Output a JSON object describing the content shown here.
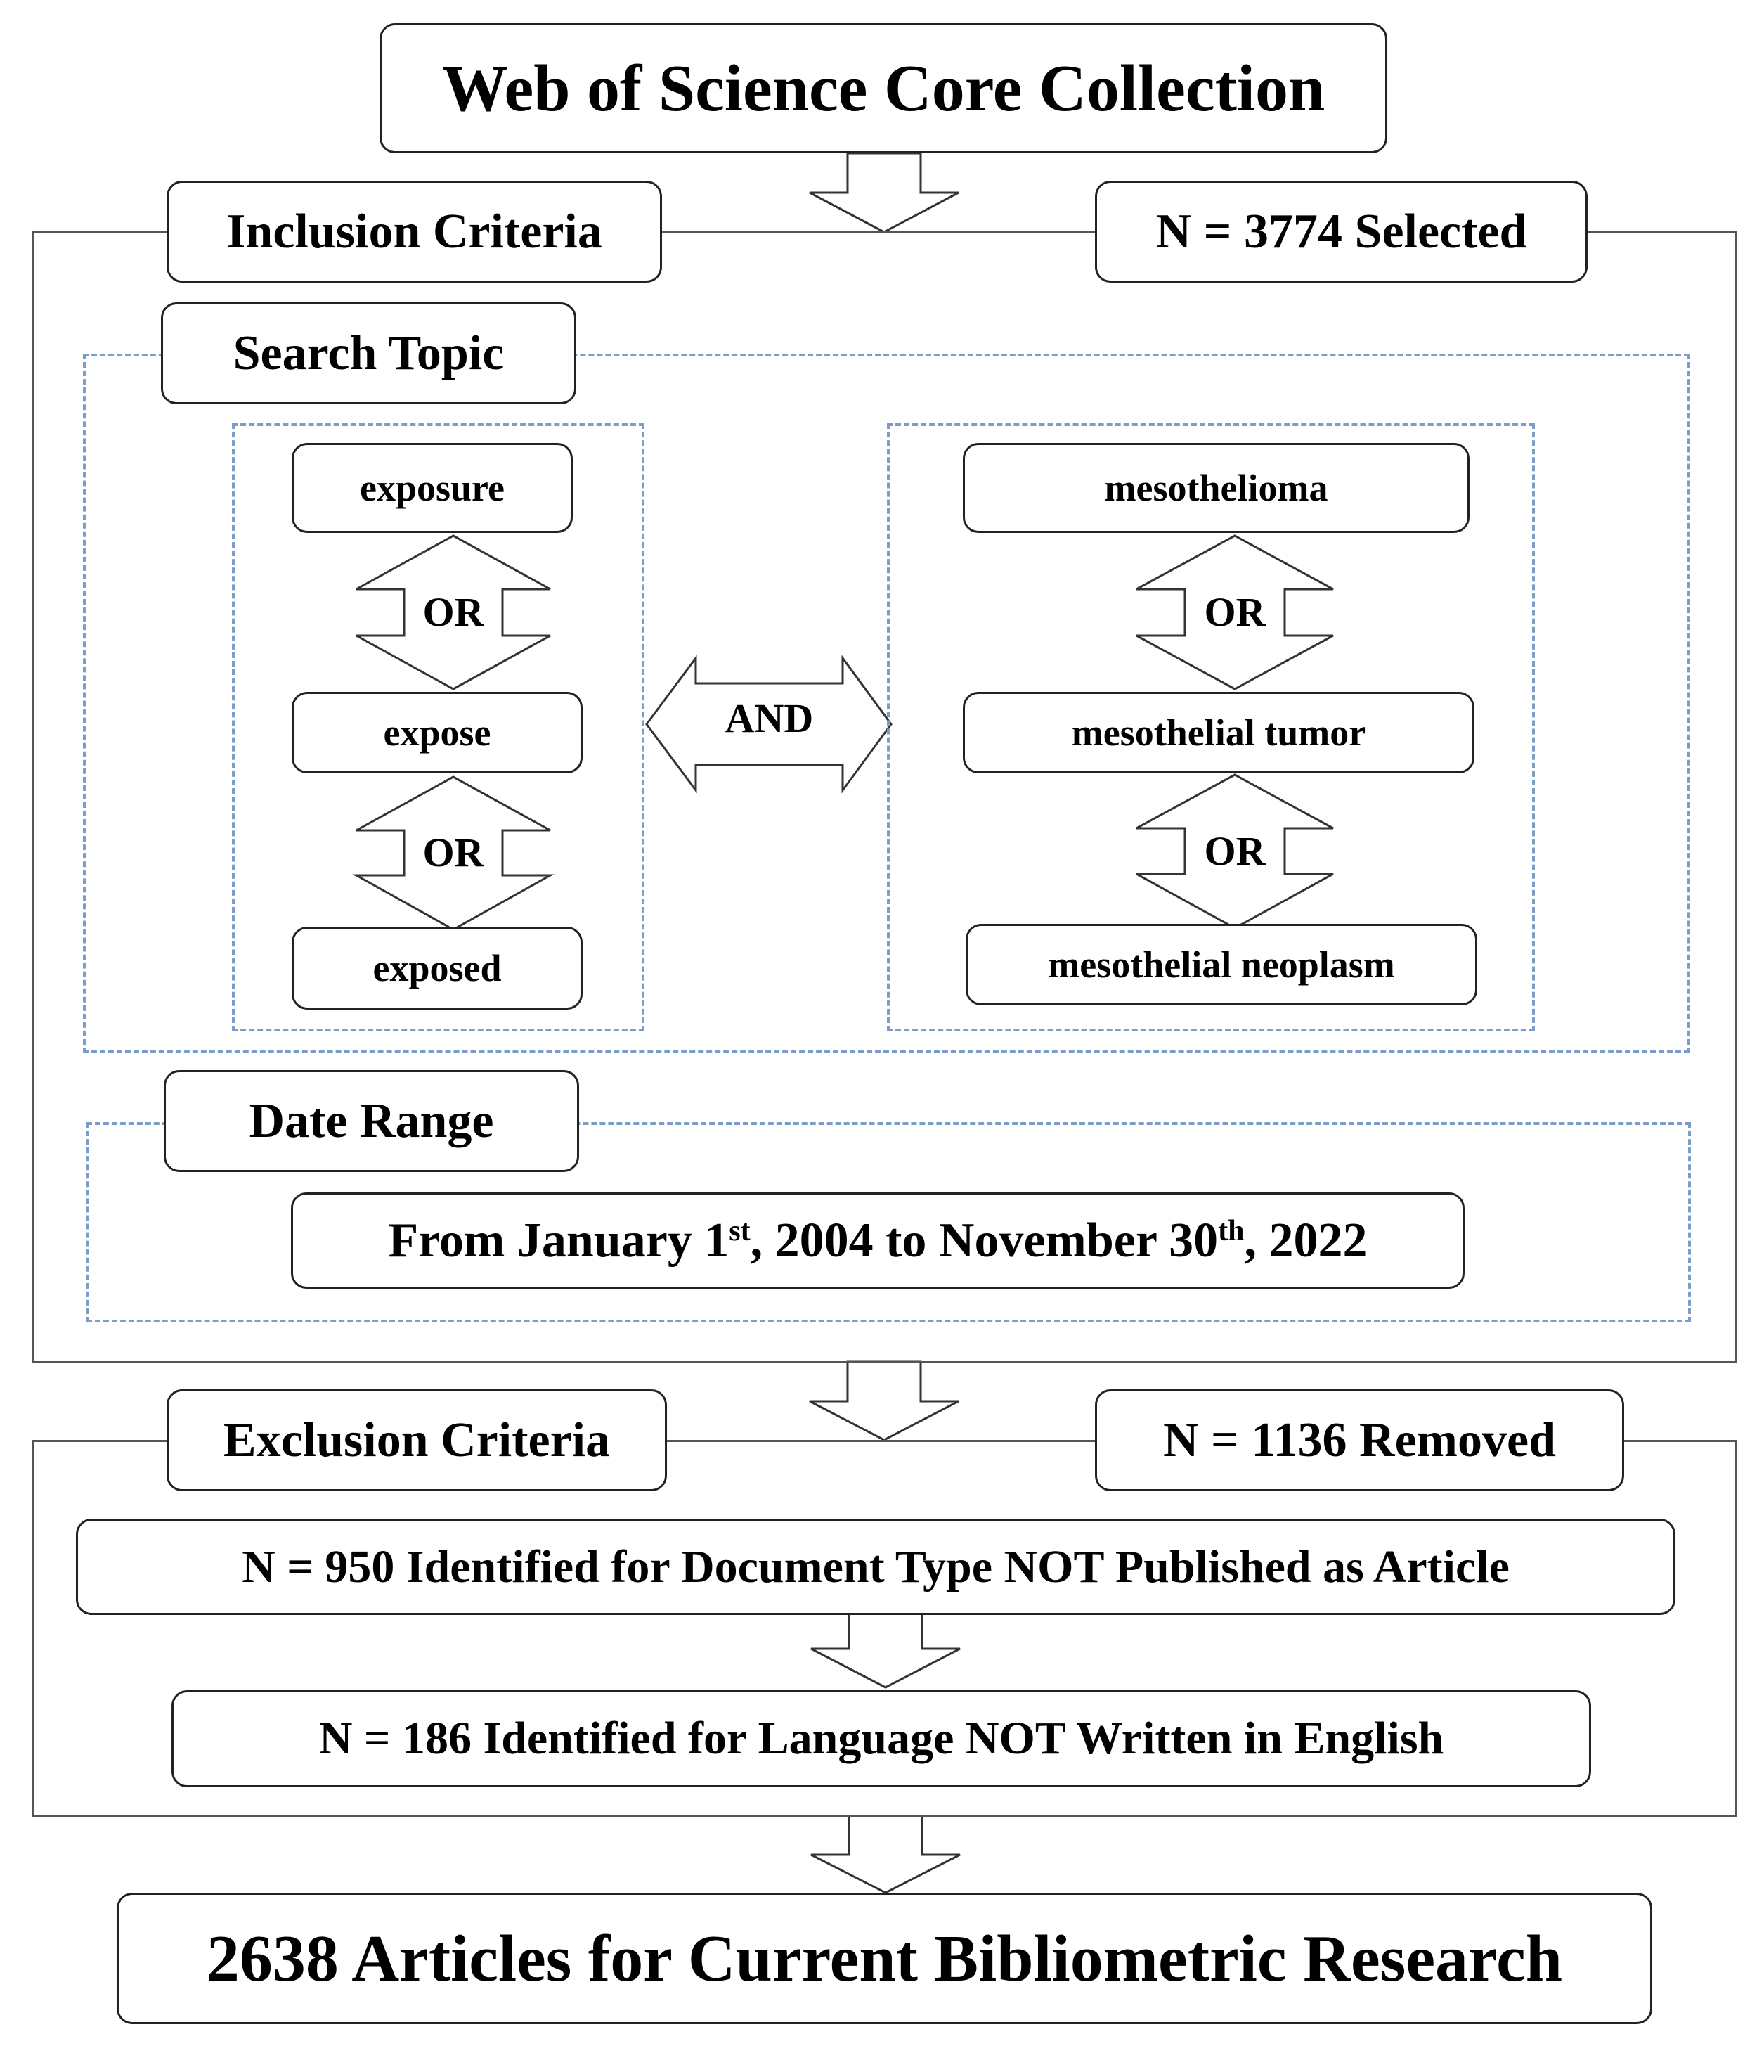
{
  "source": {
    "label": "Web of Science Core Collection"
  },
  "inclusion": {
    "label": "Inclusion Criteria",
    "count": "N = 3774 Selected"
  },
  "search_topic": {
    "label": "Search Topic",
    "left_terms": [
      "exposure",
      "expose",
      "exposed"
    ],
    "right_terms": [
      "mesothelioma",
      "mesothelial tumor",
      "mesothelial neoplasm"
    ],
    "or_label": "OR",
    "and_label": "AND"
  },
  "date_range": {
    "label": "Date Range",
    "from_text": "From January 1",
    "from_sup": "st",
    "middle_text": ", 2004 to November 30",
    "to_sup": "th",
    "end_text": ", 2022"
  },
  "exclusion": {
    "label": "Exclusion Criteria",
    "count": "N = 1136 Removed",
    "steps": [
      "N = 950 Identified for Document Type NOT Published as Article",
      "N = 186 Identified for Language NOT Written in English"
    ]
  },
  "result": {
    "label": "2638 Articles for Current Bibliometric Research"
  },
  "colors": {
    "box_border": "#222222",
    "frame_border": "#555555",
    "dashed_border": "#7b9dc7",
    "text": "#000000"
  }
}
